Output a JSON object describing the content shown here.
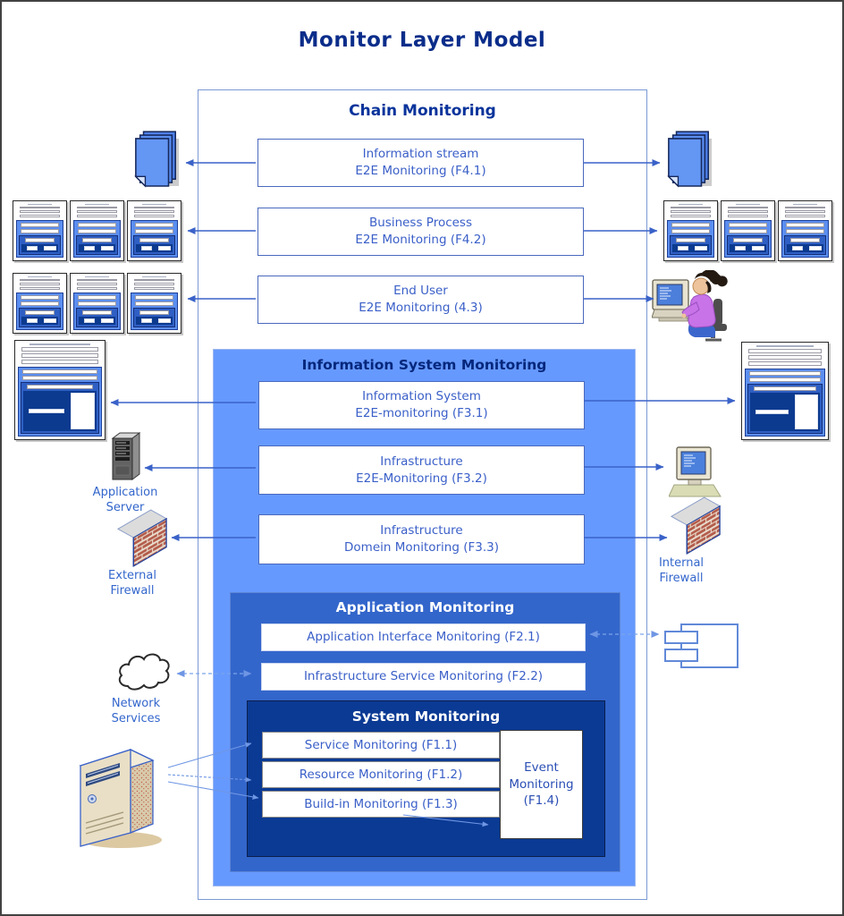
{
  "page_title": "Monitor Layer Model",
  "chain": {
    "title": "Chain Monitoring",
    "boxes": [
      {
        "line1": "Information stream",
        "line2": "E2E Monitoring (F4.1)"
      },
      {
        "line1": "Business Process",
        "line2": "E2E Monitoring (F4.2)"
      },
      {
        "line1": "End User",
        "line2": "E2E Monitoring (4.3)"
      }
    ]
  },
  "information_system": {
    "title": "Information System Monitoring",
    "boxes": [
      {
        "line1": "Information System",
        "line2": "E2E-monitoring (F3.1)"
      },
      {
        "line1": "Infrastructure",
        "line2": "E2E-Monitoring (F3.2)"
      },
      {
        "line1": "Infrastructure",
        "line2": "Domein Monitoring (F3.3)"
      }
    ]
  },
  "application": {
    "title": "Application Monitoring",
    "boxes": [
      {
        "label": "Application Interface Monitoring (F2.1)"
      },
      {
        "label": "Infrastructure Service Monitoring (F2.2)"
      }
    ]
  },
  "system": {
    "title": "System Monitoring",
    "boxes": [
      {
        "label": "Service Monitoring (F1.1)"
      },
      {
        "label": "Resource Monitoring (F1.2)"
      },
      {
        "label": "Build-in Monitoring (F1.3)"
      }
    ],
    "event_box": {
      "line1": "Event",
      "line2": "Monitoring",
      "line3": "(F1.4)"
    }
  },
  "icon_labels": {
    "application_server": {
      "line1": "Application",
      "line2": "Server"
    },
    "external_firewall": {
      "line1": "External",
      "line2": "Firewall"
    },
    "network_services": {
      "line1": "Network",
      "line2": "Services"
    },
    "internal_firewall": {
      "line1": "Internal",
      "line2": "Firewall"
    }
  },
  "colors": {
    "layer_information_system": "#6699fe",
    "layer_application": "#3366cb",
    "layer_system": "#0b3a94",
    "arrow": "#3a62c8",
    "title_text": "#0a2d8a",
    "box_text": "#3a5fc8",
    "icon_label_text": "#3366cc"
  }
}
